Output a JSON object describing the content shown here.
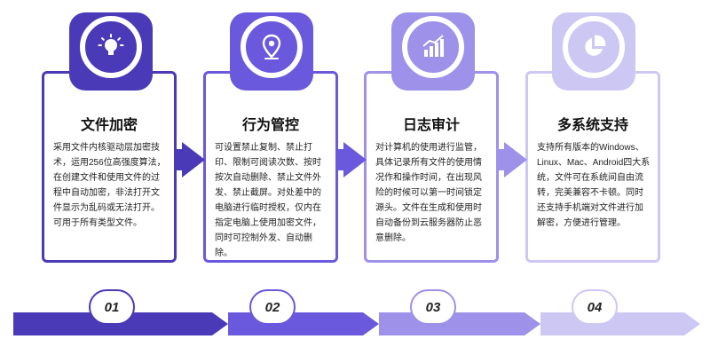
{
  "colors": {
    "step1": "#4b3ab8",
    "step2": "#6a58dd",
    "step3": "#9d91ea",
    "step4": "#cdc7f4"
  },
  "steps": [
    {
      "number": "01",
      "title": "文件加密",
      "icon": "lightbulb-icon",
      "body": "采用文件内核驱动层加密技术，运用256位高强度算法，在创建文件和使用文件的过程中自动加密，非法打开文件显示为乱码或无法打开。可用于所有类型文件。"
    },
    {
      "number": "02",
      "title": "行为管控",
      "icon": "location-pin-icon",
      "body": "可设置禁止复制、禁止打印、限制可阅读次数、按时按次自动删除、禁止文件外发、禁止截屏。对处差中的电脑进行临时授权，仅内在指定电脑上使用加密文件，同时可控制外发、自动删除。"
    },
    {
      "number": "03",
      "title": "日志审计",
      "icon": "bar-chart-icon",
      "body": "对计算机的使用进行监管，具体记录所有文件的使用情况作和操作时间，在出现风险的时候可以第一时间锁定源头。文件在生成和使用时自动备份到云服务器防止恶意删除。"
    },
    {
      "number": "04",
      "title": "多系统支持",
      "icon": "pie-chart-icon",
      "body": "支持所有版本的Windows、Linux、Mac、Android四大系统，文件可在系统间自由流转，完美兼容不卡顿。同时还支持手机端对文件进行加解密，方便进行管理。"
    }
  ]
}
